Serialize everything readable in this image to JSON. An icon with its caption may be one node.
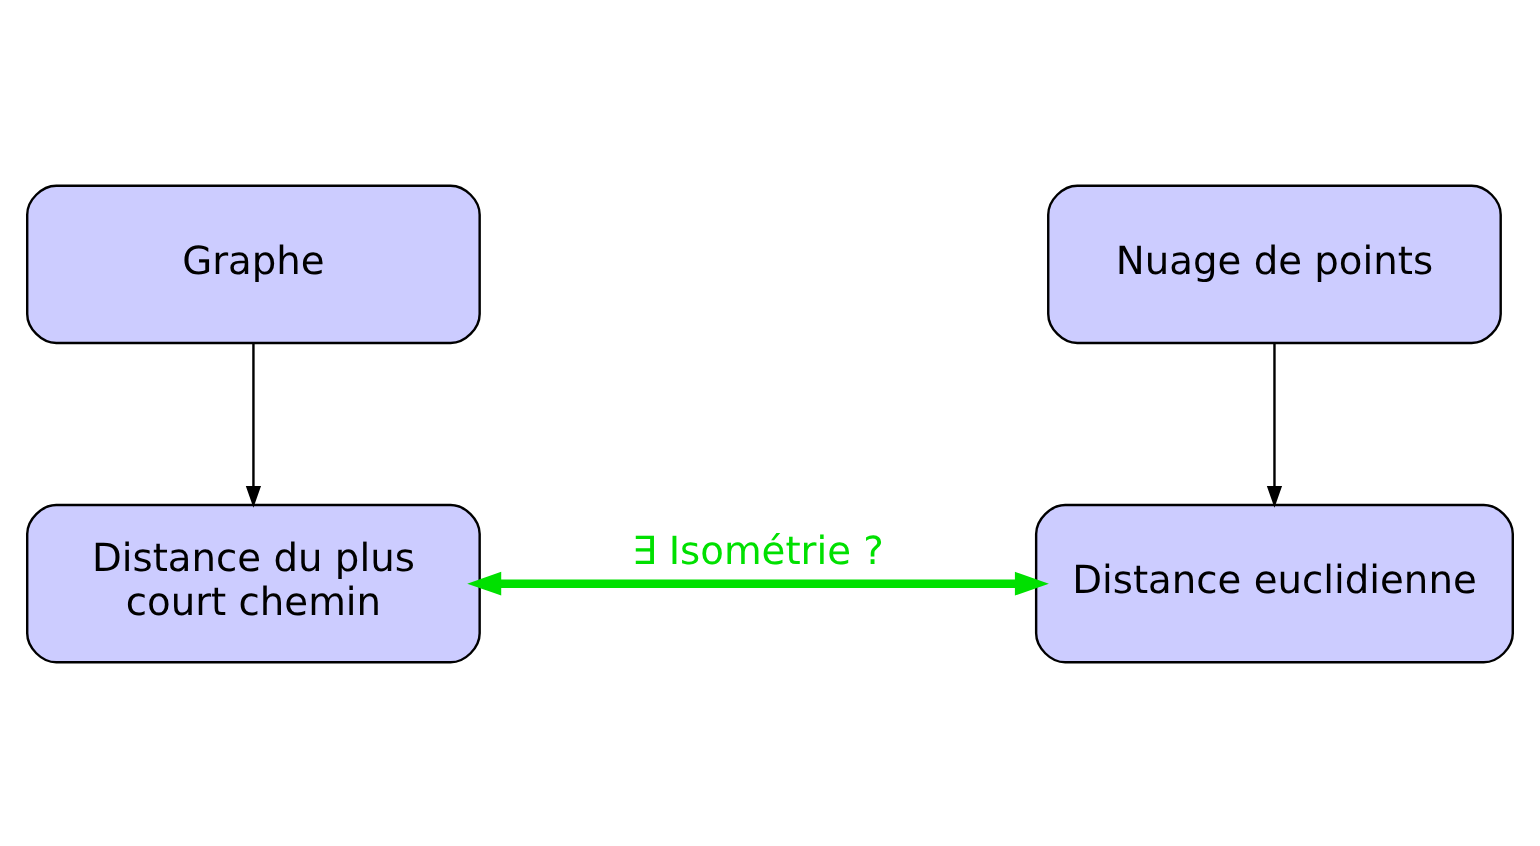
{
  "diagram": {
    "nodes": [
      {
        "text": [
          "Graphe"
        ]
      },
      {
        "text": [
          "Nuage de points"
        ]
      },
      {
        "text": [
          "Distance du plus court chemin"
        ]
      },
      {
        "text": [
          "Distance euclidienne"
        ]
      }
    ],
    "edges": [
      {
        "from": 0,
        "to": 2,
        "arrow": "to"
      },
      {
        "from": 1,
        "to": 3,
        "arrow": "to"
      },
      {
        "from": 2,
        "to": 3,
        "arrow": "both",
        "label": "∃ Isométrie ?",
        "style": "thick",
        "color": "#00e000"
      }
    ]
  }
}
